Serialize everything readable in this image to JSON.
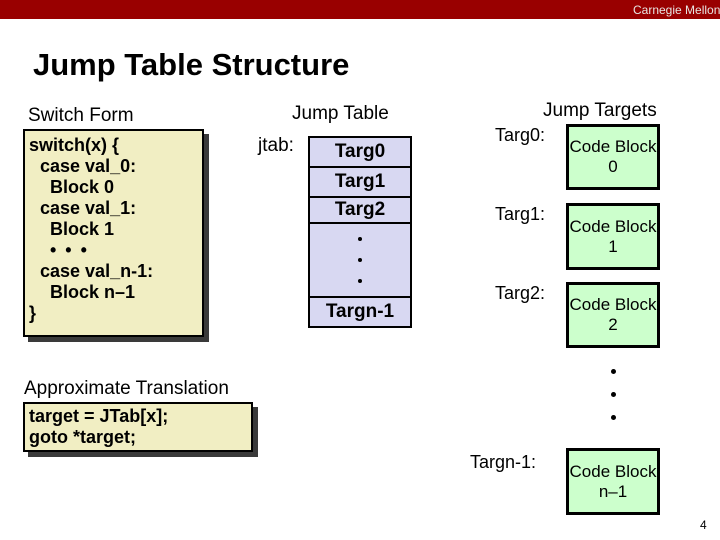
{
  "header": {
    "brand": "Carnegie Mellon"
  },
  "slide": {
    "title": "Jump Table Structure",
    "page_number": "4"
  },
  "colors": {
    "banner_red": "#990000",
    "code_box_yellow": "#F1EEC3",
    "jump_table_lavender": "#D8D8F2",
    "code_block_green": "#CCFFCC"
  },
  "switch_form": {
    "heading": "Switch Form",
    "code_lines": [
      "switch(x) {",
      "case val_0:",
      "Block 0",
      "case val_1:",
      "Block 1",
      "• • •",
      "case val_n-1:",
      "Block n–1",
      "}"
    ]
  },
  "jump_table": {
    "heading": "Jump Table",
    "pointer_label": "jtab:",
    "entries": [
      "Targ0",
      "Targ1",
      "Targ2"
    ],
    "last_entry": "Targn-1"
  },
  "jump_targets": {
    "heading": "Jump Targets",
    "items": [
      {
        "label": "Targ0:",
        "line1": "Code Block",
        "line2": "0"
      },
      {
        "label": "Targ1:",
        "line1": "Code Block",
        "line2": "1"
      },
      {
        "label": "Targ2:",
        "line1": "Code Block",
        "line2": "2"
      },
      {
        "label": "Targn-1:",
        "line1": "Code Block",
        "line2": "n–1"
      }
    ]
  },
  "translation": {
    "heading": "Approximate Translation",
    "code_lines": [
      "target = JTab[x];",
      "goto *target;"
    ]
  }
}
